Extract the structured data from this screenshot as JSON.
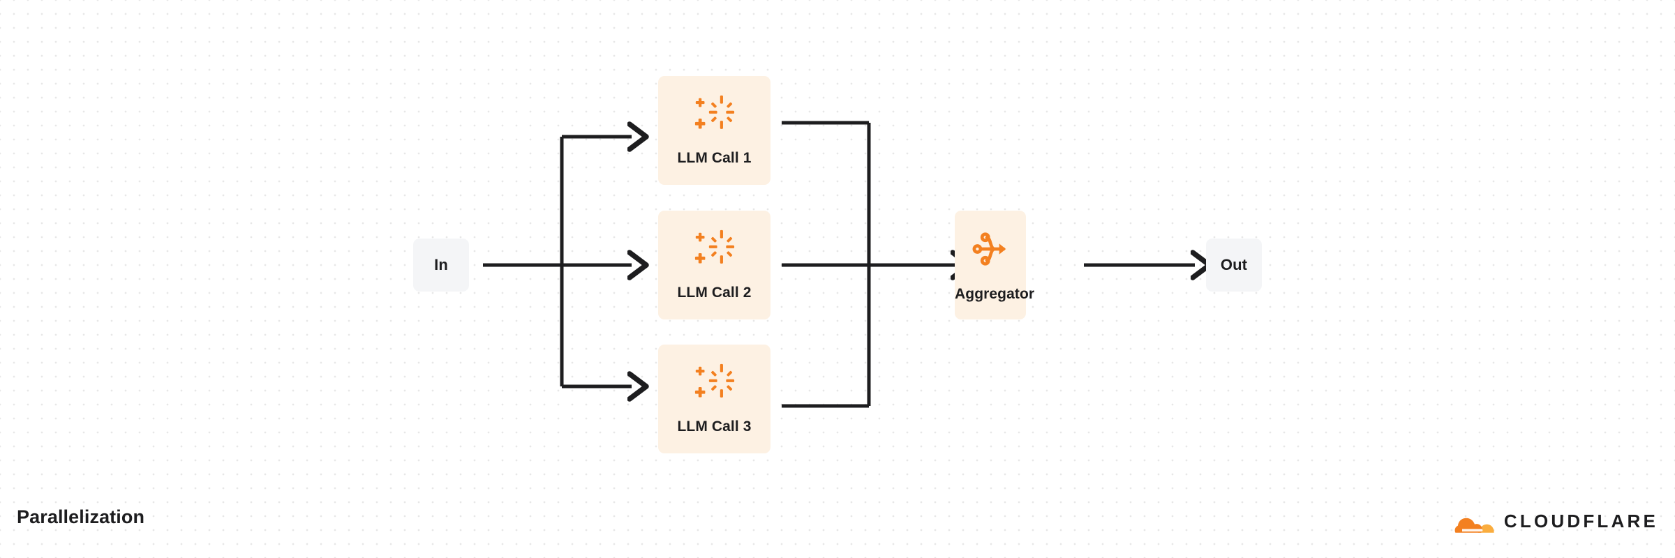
{
  "diagram": {
    "title": "Parallelization",
    "type": "flow",
    "colors": {
      "canvas": "#ffffff",
      "grid_dot": "#e7e7e7",
      "terminal_fill": "#f4f5f7",
      "process_fill": "#fdf1e3",
      "icon_orange": "#f38020",
      "icon_orange_light": "#faad3f",
      "text": "#1d1d1f",
      "connector": "#1d1d1f"
    },
    "nodes": [
      {
        "id": "in",
        "label": "In",
        "kind": "terminal",
        "icon": null
      },
      {
        "id": "llm1",
        "label": "LLM Call 1",
        "kind": "process",
        "icon": "sparkle-icon"
      },
      {
        "id": "llm2",
        "label": "LLM Call 2",
        "kind": "process",
        "icon": "sparkle-icon"
      },
      {
        "id": "llm3",
        "label": "LLM Call 3",
        "kind": "process",
        "icon": "sparkle-icon"
      },
      {
        "id": "aggregator",
        "label": "Aggregator",
        "kind": "process",
        "icon": "merge-icon"
      },
      {
        "id": "out",
        "label": "Out",
        "kind": "terminal",
        "icon": null
      }
    ],
    "edges": [
      {
        "from": "in",
        "to": "llm1",
        "style": "orthogonal",
        "arrow": true
      },
      {
        "from": "in",
        "to": "llm2",
        "style": "straight",
        "arrow": true
      },
      {
        "from": "in",
        "to": "llm3",
        "style": "orthogonal",
        "arrow": true
      },
      {
        "from": "llm1",
        "to": "aggregator",
        "style": "orthogonal",
        "arrow": false
      },
      {
        "from": "llm2",
        "to": "aggregator",
        "style": "straight",
        "arrow": true
      },
      {
        "from": "llm3",
        "to": "aggregator",
        "style": "orthogonal",
        "arrow": false
      },
      {
        "from": "aggregator",
        "to": "out",
        "style": "straight",
        "arrow": true
      }
    ]
  },
  "brand": {
    "name": "CLOUDFLARE",
    "mark": "cloudflare-cloud-icon"
  }
}
